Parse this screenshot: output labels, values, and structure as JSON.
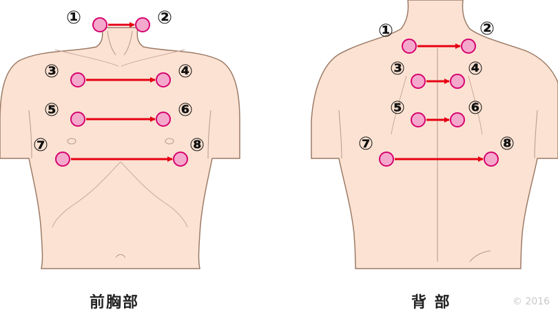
{
  "diagrams": [
    {
      "id": "front",
      "caption": "前胸部",
      "points": [
        {
          "num": "①"
        },
        {
          "num": "②"
        },
        {
          "num": "③"
        },
        {
          "num": "④"
        },
        {
          "num": "⑤"
        },
        {
          "num": "⑥"
        },
        {
          "num": "⑦"
        },
        {
          "num": "⑧"
        }
      ]
    },
    {
      "id": "back",
      "caption": "背 部",
      "points": [
        {
          "num": "①"
        },
        {
          "num": "②"
        },
        {
          "num": "③"
        },
        {
          "num": "④"
        },
        {
          "num": "⑤"
        },
        {
          "num": "⑥"
        },
        {
          "num": "⑦"
        },
        {
          "num": "⑧"
        }
      ]
    }
  ],
  "colors": {
    "skin": "#fbe2d2",
    "outline": "#9b7a66",
    "point_fill": "#f4a9cc",
    "point_stroke": "#d6006e",
    "arrow": "#e60012"
  },
  "copyright": "© 2016"
}
